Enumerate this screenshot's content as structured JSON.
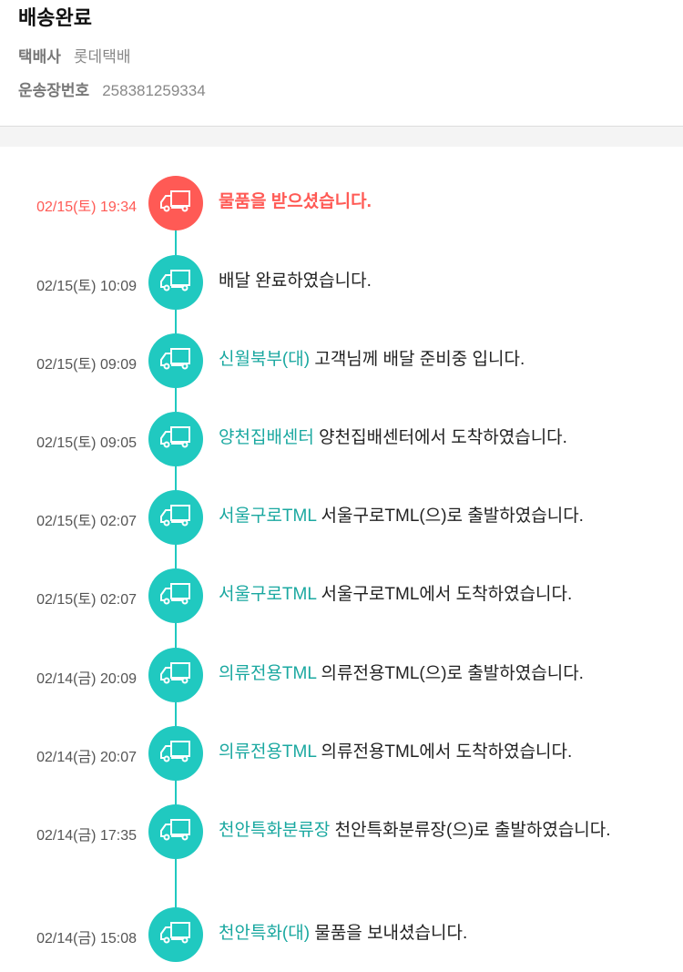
{
  "header": {
    "title": "배송완료",
    "carrier_label": "택배사",
    "carrier": "롯데택배",
    "tracking_label": "운송장번호",
    "tracking": "258381259334"
  },
  "colors": {
    "accent": "#20c9c0",
    "highlight": "#ff5a55"
  },
  "events": [
    {
      "time": "02/15(토) 19:34",
      "location": "",
      "message": "물품을 받으셨습니다.",
      "icon": "truck-icon"
    },
    {
      "time": "02/15(토) 10:09",
      "location": "",
      "message": "배달 완료하였습니다.",
      "icon": "truck-icon"
    },
    {
      "time": "02/15(토) 09:09",
      "location": "신월북부(대)",
      "message": "고객님께 배달 준비중 입니다.",
      "icon": "truck-icon"
    },
    {
      "time": "02/15(토) 09:05",
      "location": "양천집배센터",
      "message": "양천집배센터에서 도착하였습니다.",
      "icon": "truck-icon"
    },
    {
      "time": "02/15(토) 02:07",
      "location": "서울구로TML",
      "message": "서울구로TML(으)로 출발하였습니다.",
      "icon": "truck-icon"
    },
    {
      "time": "02/15(토) 02:07",
      "location": "서울구로TML",
      "message": "서울구로TML에서 도착하였습니다.",
      "icon": "truck-icon"
    },
    {
      "time": "02/14(금) 20:09",
      "location": "의류전용TML",
      "message": "의류전용TML(으)로 출발하였습니다.",
      "icon": "truck-icon"
    },
    {
      "time": "02/14(금) 20:07",
      "location": "의류전용TML",
      "message": "의류전용TML에서 도착하였습니다.",
      "icon": "truck-icon"
    },
    {
      "time": "02/14(금) 17:35",
      "location": "천안특화분류장",
      "message": "천안특화분류장(으)로 출발하였습니다.",
      "icon": "truck-icon"
    },
    {
      "time": "02/14(금) 15:08",
      "location": "천안특화(대)",
      "message": "물품을 보내셨습니다.",
      "icon": "truck-icon"
    }
  ]
}
